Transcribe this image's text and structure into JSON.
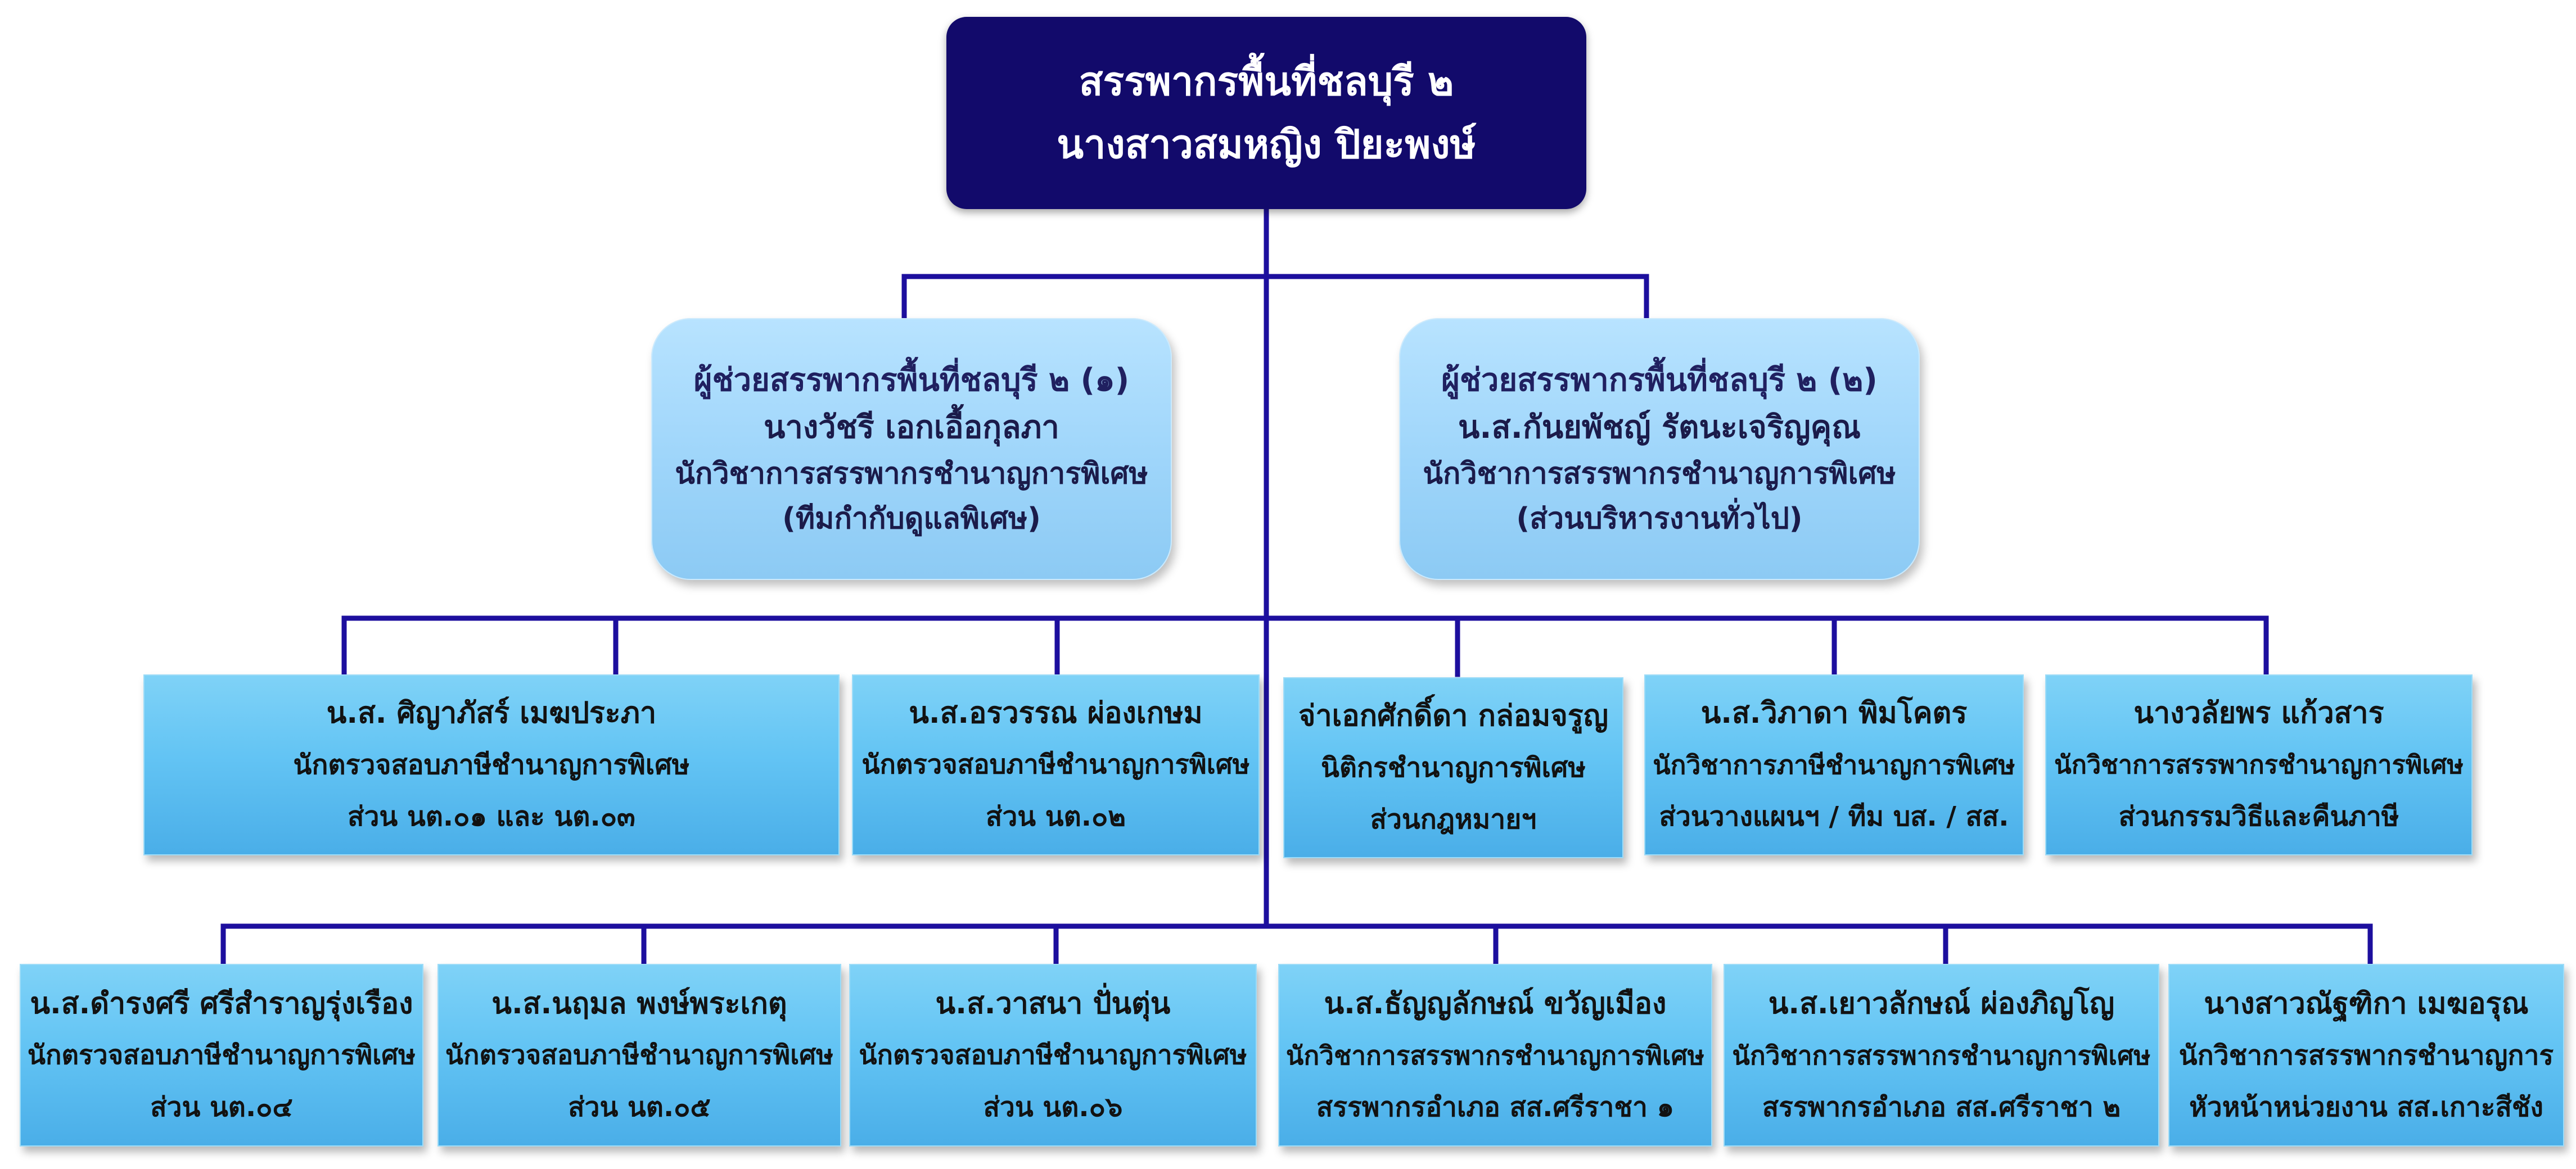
{
  "colors": {
    "connector": "#1d0f9e",
    "top_box": "#120a6b",
    "assistant_box": "#9ed5fa",
    "staff_box": "#63c4f4"
  },
  "director": {
    "title": "สรรพากรพื้นที่ชลบุรี ๒",
    "name": "นางสาวสมหญิง  ปิยะพงษ์"
  },
  "assistants": [
    {
      "title": "ผู้ช่วยสรรพากรพื้นที่ชลบุรี ๒ (๑)",
      "name": "นางวัชรี เอกเอื้อกุลภา",
      "position": "นักวิชาการสรรพากรชำนาญการพิเศษ",
      "unit": "(ทีมกำกับดูแลพิเศษ)"
    },
    {
      "title": "ผู้ช่วยสรรพากรพื้นที่ชลบุรี ๒ (๒)",
      "name": "น.ส.กันยพัชญ์  รัตนะเจริญคุณ",
      "position": "นักวิชาการสรรพากรชำนาญการพิเศษ",
      "unit": "(ส่วนบริหารงานทั่วไป)"
    }
  ],
  "row1": [
    {
      "name": "น.ส. ศิญาภัสร์  เมฆประภา",
      "position": "นักตรวจสอบภาษีชำนาญการพิเศษ",
      "unit": "ส่วน นต.๐๑ และ นต.๐๓"
    },
    {
      "name": "น.ส.อรวรรณ ผ่องเกษม",
      "position": "นักตรวจสอบภาษีชำนาญการพิเศษ",
      "unit": "ส่วน นต.๐๒"
    },
    {
      "name": "จ่าเอกศักดิ์ดา  กล่อมจรูญ",
      "position": "นิติกรชำนาญการพิเศษ",
      "unit": "ส่วนกฎหมายฯ"
    },
    {
      "name": "น.ส.วิภาดา พิมโคตร",
      "position": "นักวิชาการภาษีชำนาญการพิเศษ",
      "unit": "ส่วนวางแผนฯ / ทีม บส. / สส."
    },
    {
      "name": "นางวลัยพร แก้วสาร",
      "position": "นักวิชาการสรรพากรชำนาญการพิเศษ",
      "unit": "ส่วนกรรมวิธีและคืนภาษี"
    }
  ],
  "row2": [
    {
      "name": "น.ส.ดำรงศรี ศรีสำราญรุ่งเรือง",
      "position": "นักตรวจสอบภาษีชำนาญการพิเศษ",
      "unit": "ส่วน นต.๐๔"
    },
    {
      "name": "น.ส.นฤมล พงษ์พระเกตุ",
      "position": "นักตรวจสอบภาษีชำนาญการพิเศษ",
      "unit": "ส่วน นต.๐๕"
    },
    {
      "name": "น.ส.วาสนา ปั่นตุ่น",
      "position": "นักตรวจสอบภาษีชำนาญการพิเศษ",
      "unit": "ส่วน นต.๐๖"
    },
    {
      "name": "น.ส.ธัญญลักษณ์  ขวัญเมือง",
      "position": "นักวิชาการสรรพากรชำนาญการพิเศษ",
      "unit": "สรรพากรอำเภอ สส.ศรีราชา ๑"
    },
    {
      "name": "น.ส.เยาวลักษณ์ ผ่องภิญโญ",
      "position": "นักวิชาการสรรพากรชำนาญการพิเศษ",
      "unit": "สรรพากรอำเภอ สส.ศรีราชา ๒"
    },
    {
      "name": "นางสาวณัฐฑิกา เมฆอรุณ",
      "position": "นักวิชาการสรรพากรชำนาญการ",
      "unit": "หัวหน้าหน่วยงาน สส.เกาะสีชัง"
    }
  ]
}
